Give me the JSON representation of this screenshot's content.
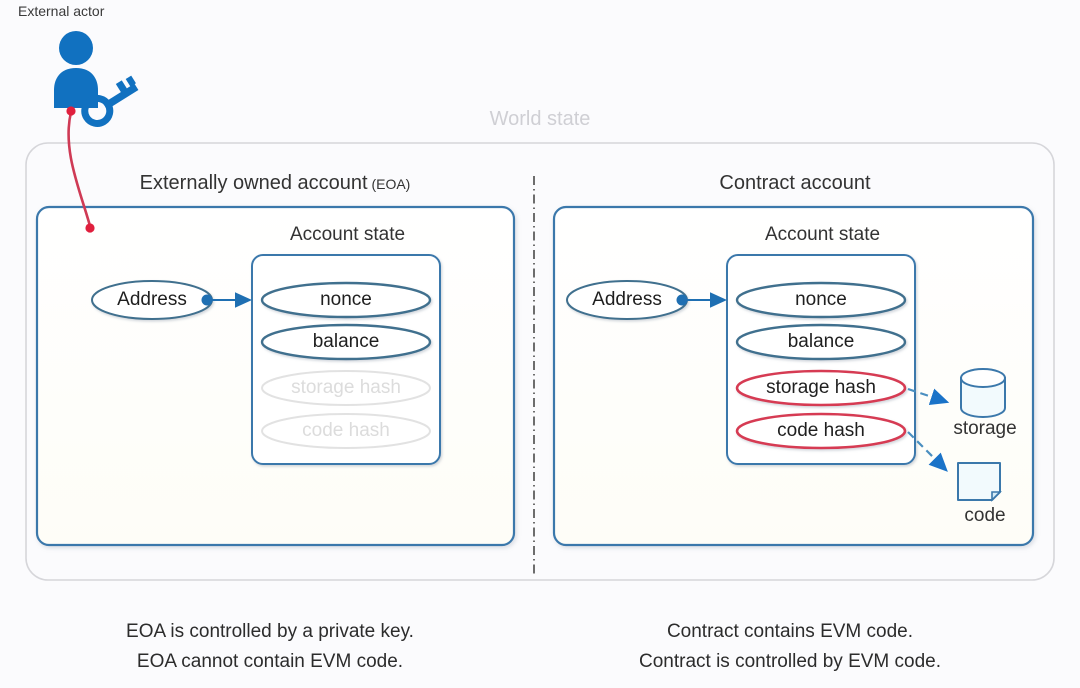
{
  "diagram": {
    "title_world_state": "World state",
    "external_actor_label": "External actor",
    "actor_icon": "person-icon",
    "key_icon": "key-icon",
    "accent_blue": "#1a73c8",
    "accent_red": "#d63b52",
    "grey_disabled": "#dcdcdc",
    "box_border_blue": "#3b78ab",
    "panels": [
      {
        "id": "eoa",
        "title": "Externally owned account",
        "title_suffix": "(EOA)",
        "account_state_label": "Account state",
        "address_label": "Address",
        "fields": [
          {
            "label": "nonce",
            "state": "active"
          },
          {
            "label": "balance",
            "state": "active"
          },
          {
            "label": "storage hash",
            "state": "disabled"
          },
          {
            "label": "code hash",
            "state": "disabled"
          }
        ],
        "caption_lines": [
          "EOA is controlled by a private key.",
          "EOA cannot contain EVM code."
        ]
      },
      {
        "id": "contract",
        "title": "Contract account",
        "title_suffix": "",
        "account_state_label": "Account state",
        "address_label": "Address",
        "fields": [
          {
            "label": "nonce",
            "state": "active"
          },
          {
            "label": "balance",
            "state": "active"
          },
          {
            "label": "storage hash",
            "state": "highlight"
          },
          {
            "label": "code hash",
            "state": "highlight"
          }
        ],
        "caption_lines": [
          "Contract contains EVM code.",
          "Contract is controlled by EVM code."
        ]
      }
    ],
    "artifacts": [
      {
        "id": "storage",
        "label": "storage",
        "icon": "database-cylinder-icon"
      },
      {
        "id": "code",
        "label": "code",
        "icon": "document-page-icon"
      }
    ]
  }
}
